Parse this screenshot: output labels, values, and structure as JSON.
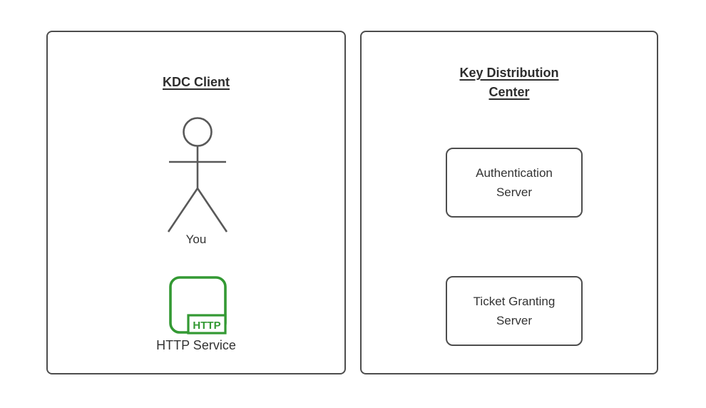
{
  "diagram": {
    "client_panel": {
      "title": "KDC Client",
      "actor_label": "You",
      "http_badge": "HTTP",
      "service_label": "HTTP Service"
    },
    "kdc_panel": {
      "title": "Key Distribution Center",
      "servers": [
        {
          "label": "Authentication Server"
        },
        {
          "label": "Ticket Granting Server"
        }
      ]
    },
    "colors": {
      "background": "#ffffff",
      "panel_border": "#4d4d4d",
      "actor_stroke": "#595959",
      "text": "#333333",
      "title_text": "#2d2d2d",
      "accent_green": "#339933"
    },
    "icons": [
      "stick-figure-actor-icon",
      "http-service-icon"
    ]
  }
}
